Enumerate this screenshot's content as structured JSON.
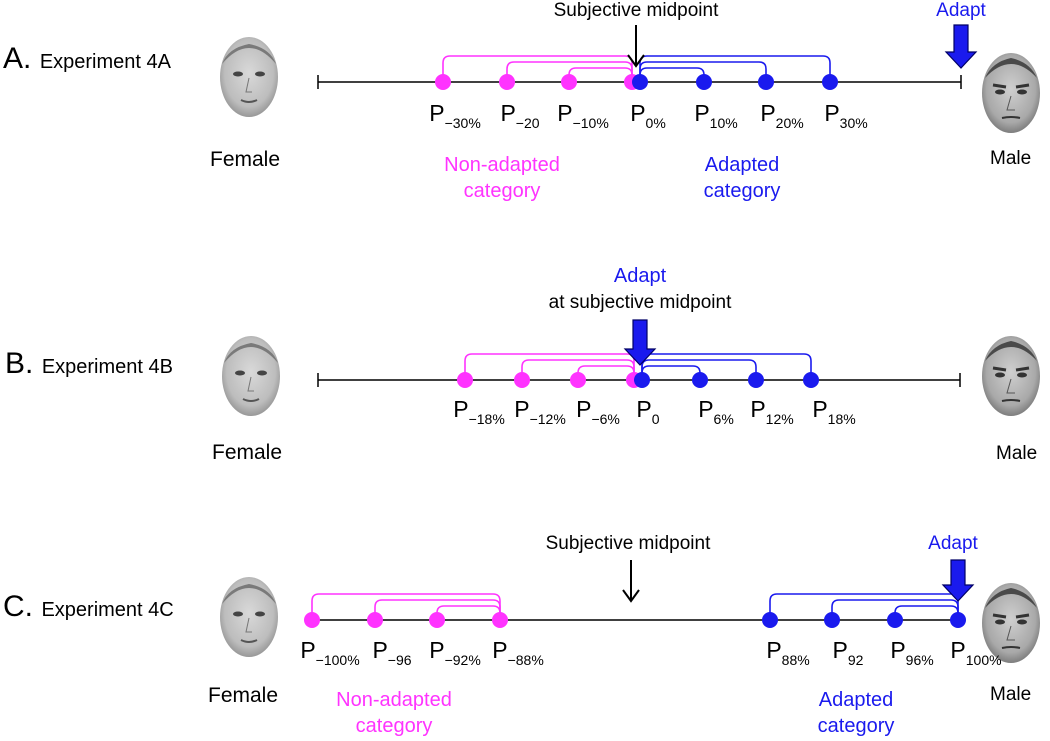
{
  "panels": [
    {
      "letter": "A.",
      "experiment": "Experiment 4A",
      "female_label": "Female",
      "male_label": "Male",
      "annotation_top": "Subjective midpoint",
      "adapt_label": "Adapt",
      "nonadapted_line1": "Non-adapted",
      "nonadapted_line2": "category",
      "adapted_line1": "Adapted",
      "adapted_line2": "category",
      "pink_points": [
        {
          "p": "P",
          "sub": "−30%"
        },
        {
          "p": "P",
          "sub": "−20"
        },
        {
          "p": "P",
          "sub": "−10%"
        },
        {
          "p": "P",
          "sub": "0%"
        }
      ],
      "blue_points": [
        {
          "p": "P",
          "sub": "10%"
        },
        {
          "p": "P",
          "sub": "20%"
        },
        {
          "p": "P",
          "sub": "30%"
        }
      ]
    },
    {
      "letter": "B.",
      "experiment": "Experiment 4B",
      "female_label": "Female",
      "male_label": "Male",
      "adapt_label": "Adapt",
      "annotation_top": "at subjective midpoint",
      "pink_points": [
        {
          "p": "P",
          "sub": "−18%"
        },
        {
          "p": "P",
          "sub": "−12%"
        },
        {
          "p": "P",
          "sub": "−6%"
        },
        {
          "p": "P",
          "sub": "0"
        }
      ],
      "blue_points": [
        {
          "p": "P",
          "sub": "6%"
        },
        {
          "p": "P",
          "sub": "12%"
        },
        {
          "p": "P",
          "sub": "18%"
        }
      ]
    },
    {
      "letter": "C.",
      "experiment": "Experiment 4C",
      "female_label": "Female",
      "male_label": "Male",
      "annotation_top": "Subjective midpoint",
      "adapt_label": "Adapt",
      "nonadapted_line1": "Non-adapted",
      "nonadapted_line2": "category",
      "adapted_line1": "Adapted",
      "adapted_line2": "category",
      "pink_points": [
        {
          "p": "P",
          "sub": "−100%"
        },
        {
          "p": "P",
          "sub": "−96"
        },
        {
          "p": "P",
          "sub": "−92%"
        },
        {
          "p": "P",
          "sub": "−88%"
        }
      ],
      "blue_points": [
        {
          "p": "P",
          "sub": "88%"
        },
        {
          "p": "P",
          "sub": "92"
        },
        {
          "p": "P",
          "sub": "96%"
        },
        {
          "p": "P",
          "sub": "100%"
        }
      ]
    }
  ],
  "colors": {
    "pink": "#ff33ff",
    "blue": "#1a1aee",
    "line": "#000000"
  },
  "icons": {
    "female_face": "female-face-icon",
    "male_face": "male-face-icon",
    "adapt_arrow": "down-arrow-icon",
    "midpoint_arrow": "thin-down-arrow-icon"
  }
}
